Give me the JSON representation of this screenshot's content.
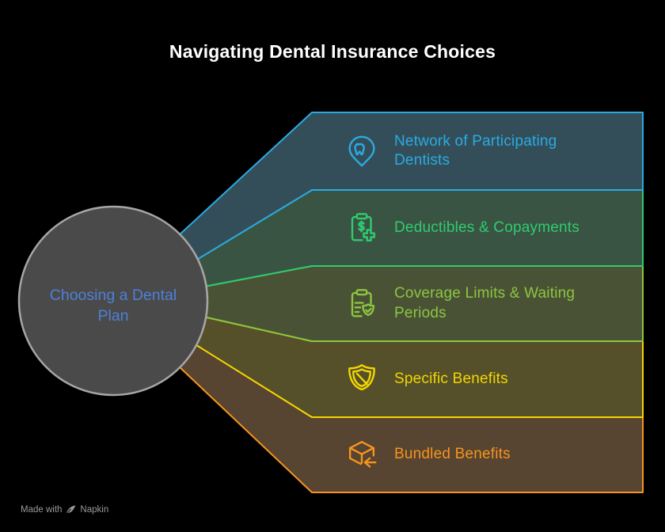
{
  "title": "Navigating Dental Insurance Choices",
  "background": "#000000",
  "center": {
    "label": "Choosing a Dental Plan",
    "text_color": "#4d80d8",
    "fill_color": "#4a4a4b",
    "border_color": "#a6a6a6"
  },
  "items": [
    {
      "label": "Network of Participating Dentists",
      "icon": "tooth-location-pin-icon",
      "color": "#29abe2",
      "fill_color": "#344e59"
    },
    {
      "label": "Deductibles & Copayments",
      "icon": "clipboard-dollar-plus-icon",
      "color": "#2ecc71",
      "fill_color": "#3a5443"
    },
    {
      "label": "Coverage Limits & Waiting Periods",
      "icon": "clipboard-shield-check-icon",
      "color": "#8cc63f",
      "fill_color": "#4a5236"
    },
    {
      "label": "Specific Benefits",
      "icon": "shield-slash-icon",
      "color": "#f2d600",
      "fill_color": "#55502a"
    },
    {
      "label": "Bundled Benefits",
      "icon": "package-return-icon",
      "color": "#f7941d",
      "fill_color": "#574431"
    }
  ],
  "watermark": {
    "prefix": "Made with",
    "brand": "Napkin",
    "icon": "napkin-quill-icon",
    "color": "#9a9a9a"
  }
}
